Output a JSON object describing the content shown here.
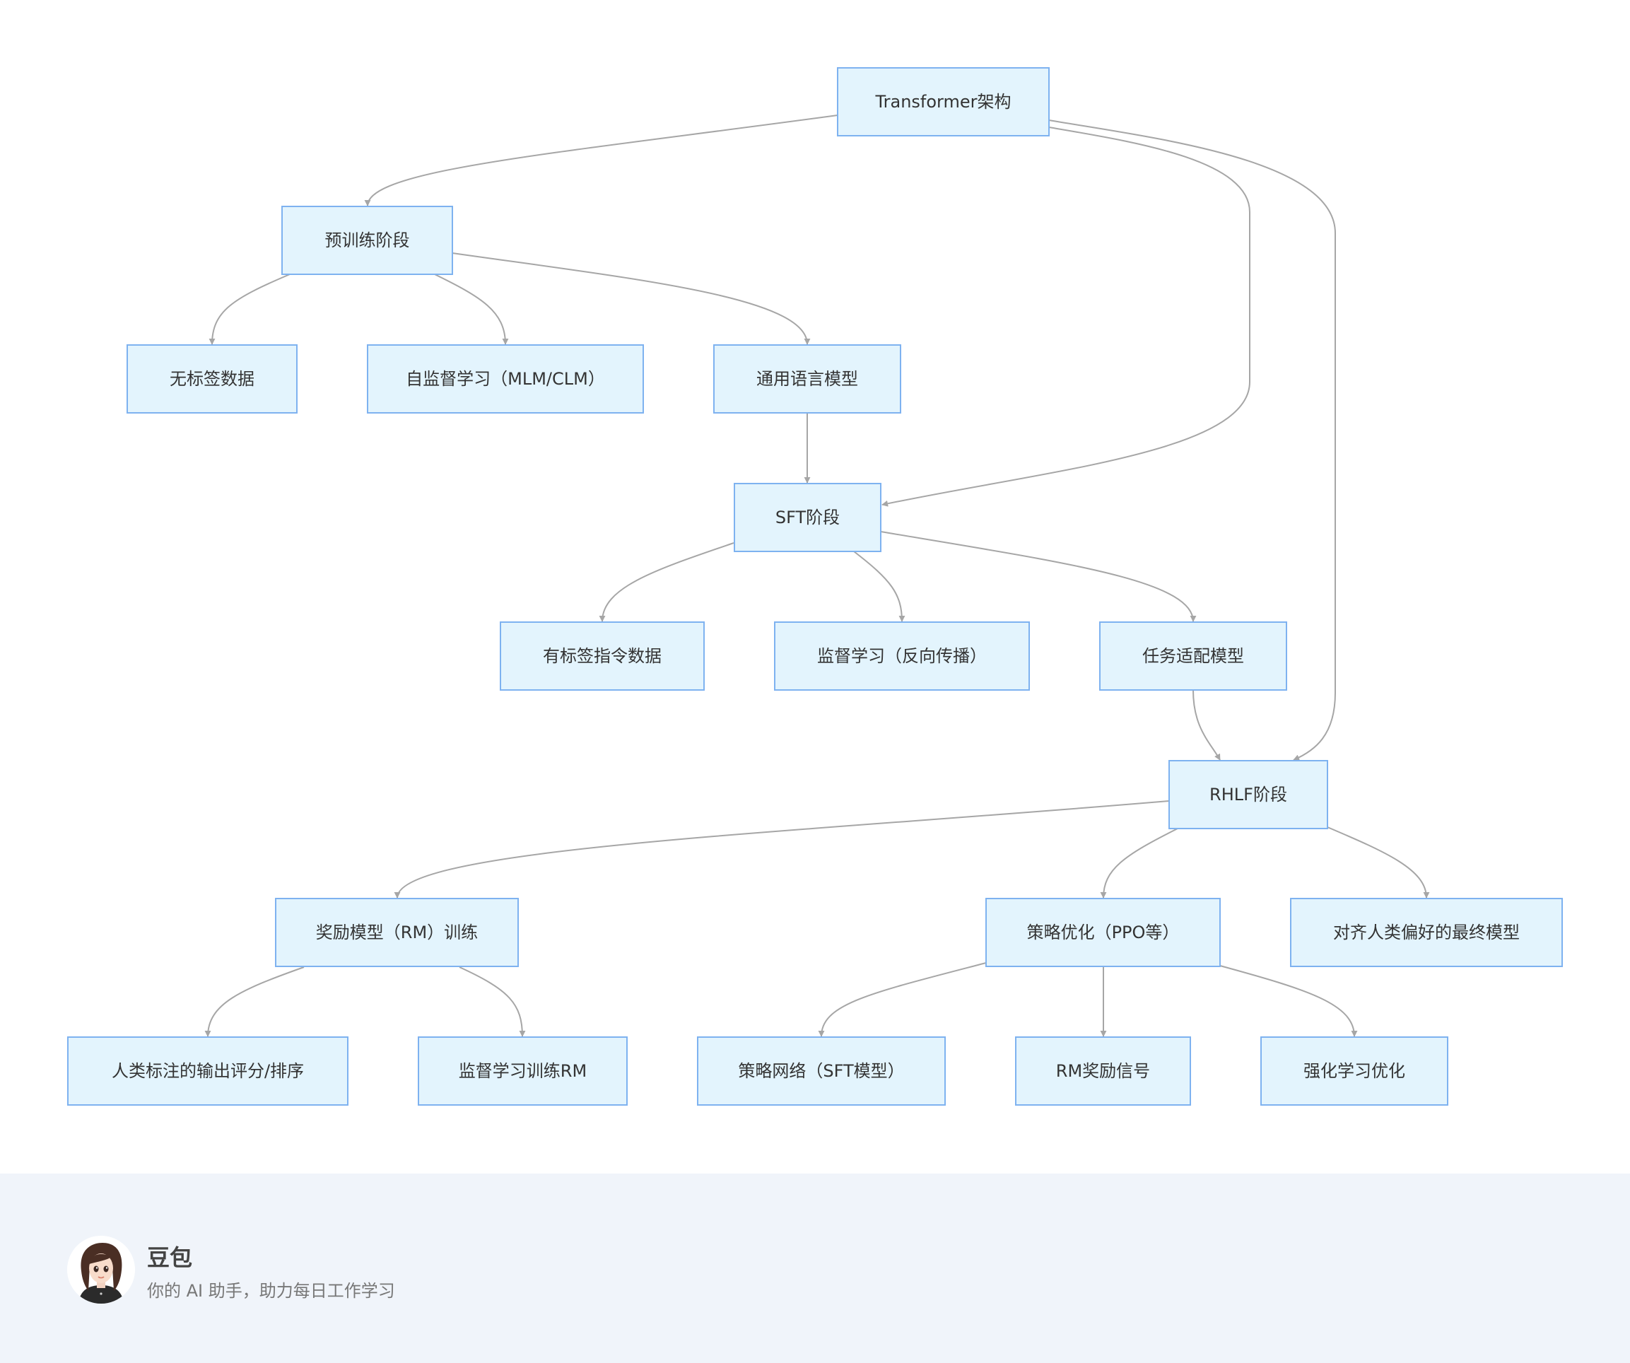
{
  "diagram": {
    "nodes": [
      {
        "id": "transformer",
        "label": "Transformer架构"
      },
      {
        "id": "pretrain",
        "label": "预训练阶段"
      },
      {
        "id": "unlabeled",
        "label": "无标签数据"
      },
      {
        "id": "selfsup",
        "label": "自监督学习（MLM/CLM）"
      },
      {
        "id": "general",
        "label": "通用语言模型"
      },
      {
        "id": "sft",
        "label": "SFT阶段"
      },
      {
        "id": "labeled",
        "label": "有标签指令数据"
      },
      {
        "id": "supervised",
        "label": "监督学习（反向传播）"
      },
      {
        "id": "taskmodel",
        "label": "任务适配模型"
      },
      {
        "id": "rhlf",
        "label": "RHLF阶段"
      },
      {
        "id": "rm",
        "label": "奖励模型（RM）训练"
      },
      {
        "id": "ppo",
        "label": "策略优化（PPO等）"
      },
      {
        "id": "aligned",
        "label": "对齐人类偏好的最终模型"
      },
      {
        "id": "humanrank",
        "label": "人类标注的输出评分/排序"
      },
      {
        "id": "rmtrain",
        "label": "监督学习训练RM"
      },
      {
        "id": "policynet",
        "label": "策略网络（SFT模型）"
      },
      {
        "id": "rmsignal",
        "label": "RM奖励信号"
      },
      {
        "id": "rlopt",
        "label": "强化学习优化"
      }
    ],
    "edges": [
      [
        "transformer",
        "pretrain"
      ],
      [
        "transformer",
        "sft"
      ],
      [
        "transformer",
        "rhlf"
      ],
      [
        "pretrain",
        "unlabeled"
      ],
      [
        "pretrain",
        "selfsup"
      ],
      [
        "pretrain",
        "general"
      ],
      [
        "general",
        "sft"
      ],
      [
        "sft",
        "labeled"
      ],
      [
        "sft",
        "supervised"
      ],
      [
        "sft",
        "taskmodel"
      ],
      [
        "taskmodel",
        "rhlf"
      ],
      [
        "rhlf",
        "rm"
      ],
      [
        "rhlf",
        "ppo"
      ],
      [
        "rhlf",
        "aligned"
      ],
      [
        "rm",
        "humanrank"
      ],
      [
        "rm",
        "rmtrain"
      ],
      [
        "ppo",
        "policynet"
      ],
      [
        "ppo",
        "rmsignal"
      ],
      [
        "ppo",
        "rlopt"
      ]
    ]
  },
  "footer": {
    "brand_name": "豆包",
    "tagline": "你的 AI 助手，助力每日工作学习"
  },
  "colors": {
    "node_fill": "#e3f4fd",
    "node_border": "#7eb2f0",
    "edge": "#a6a6a6",
    "footer_bg": "#f0f4fa"
  },
  "icons": {
    "avatar": "doubao-avatar-icon"
  }
}
